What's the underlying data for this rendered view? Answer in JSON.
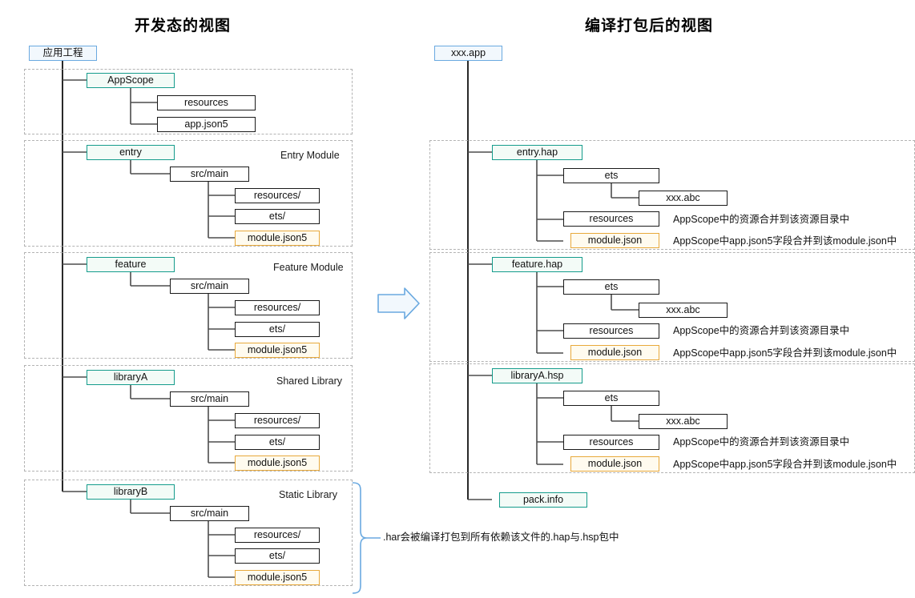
{
  "titles": {
    "left": "开发态的视图",
    "right": "编译打包后的视图"
  },
  "colors": {
    "root_border": "#6aa9e0",
    "root_fill": "#f2f8fd",
    "module_border": "#159c8c",
    "module_fill": "#f3fbf7",
    "plain_border": "#1a1a1a",
    "plain_fill": "#ffffff",
    "config_border": "#e8a93b",
    "config_fill": "#fffbef",
    "group_border": "#b3b3b3",
    "arrow": "#6aa9e0",
    "brace": "#6aa9e0"
  },
  "left": {
    "root": "应用工程",
    "groups": [
      {
        "label": "",
        "module": "AppScope",
        "children": [
          {
            "label": "resources",
            "kind": "plain"
          },
          {
            "label": "app.json5",
            "kind": "plain"
          }
        ]
      },
      {
        "label": "Entry Module",
        "module": "entry",
        "src": "src/main",
        "children": [
          {
            "label": "resources/",
            "kind": "plain"
          },
          {
            "label": "ets/",
            "kind": "plain"
          },
          {
            "label": "module.json5",
            "kind": "amber"
          }
        ]
      },
      {
        "label": "Feature Module",
        "module": "feature",
        "src": "src/main",
        "children": [
          {
            "label": "resources/",
            "kind": "plain"
          },
          {
            "label": "ets/",
            "kind": "plain"
          },
          {
            "label": "module.json5",
            "kind": "amber"
          }
        ]
      },
      {
        "label": "Shared Library",
        "module": "libraryA",
        "src": "src/main",
        "children": [
          {
            "label": "resources/",
            "kind": "plain"
          },
          {
            "label": "ets/",
            "kind": "plain"
          },
          {
            "label": "module.json5",
            "kind": "amber"
          }
        ]
      },
      {
        "label": "Static Library",
        "module": "libraryB",
        "src": "src/main",
        "children": [
          {
            "label": "resources/",
            "kind": "plain"
          },
          {
            "label": "ets/",
            "kind": "plain"
          },
          {
            "label": "module.json5",
            "kind": "amber"
          }
        ]
      }
    ],
    "brace_note": ".har会被编译打包到所有依赖该文件的.hap与.hsp包中"
  },
  "right": {
    "root": "xxx.app",
    "groups": [
      {
        "package": "entry.hap",
        "ets": "ets",
        "abc": "xxx.abc",
        "resources": "resources",
        "config": "module.json",
        "note_resources": "AppScope中的资源合并到该资源目录中",
        "note_config": "AppScope中app.json5字段合并到该module.json中"
      },
      {
        "package": "feature.hap",
        "ets": "ets",
        "abc": "xxx.abc",
        "resources": "resources",
        "config": "module.json",
        "note_resources": "AppScope中的资源合并到该资源目录中",
        "note_config": "AppScope中app.json5字段合并到该module.json中"
      },
      {
        "package": "libraryA.hsp",
        "ets": "ets",
        "abc": "xxx.abc",
        "resources": "resources",
        "config": "module.json",
        "note_resources": "AppScope中的资源合并到该资源目录中",
        "note_config": "AppScope中app.json5字段合并到该module.json中"
      }
    ],
    "pack_info": "pack.info"
  }
}
